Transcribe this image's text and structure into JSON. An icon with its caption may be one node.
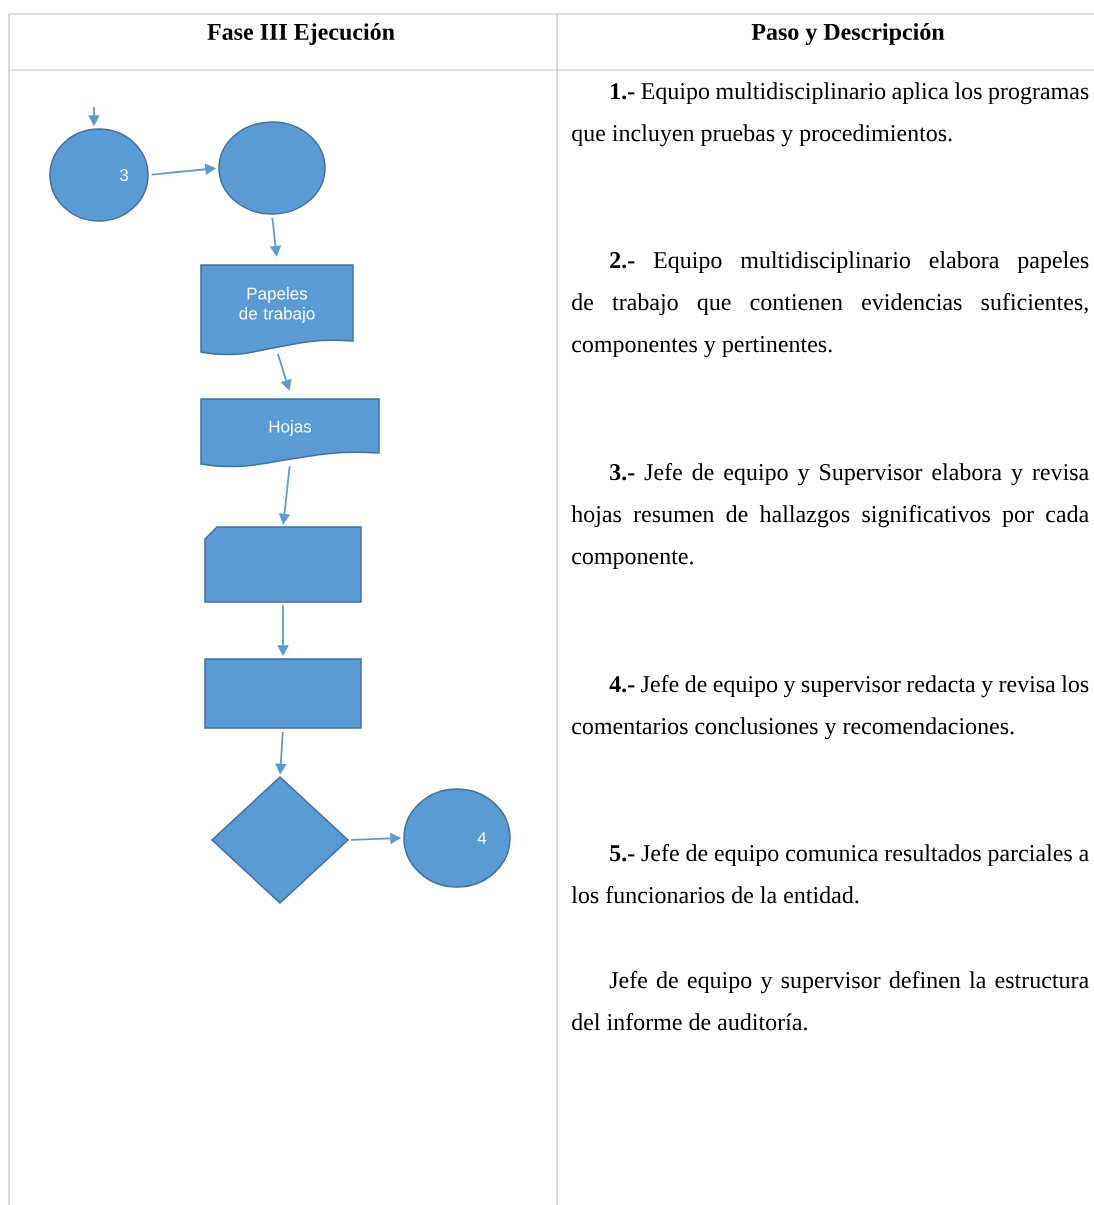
{
  "diagram": {
    "nodes": [
      {
        "text": [
          "3"
        ]
      },
      {
        "text": [],
        "shape": "circle"
      },
      {
        "text": [
          "Papeles de trabajo"
        ]
      },
      {
        "text": [
          "Hojas"
        ]
      },
      {
        "text": [],
        "shape": "box"
      },
      {
        "text": [],
        "shape": "box"
      },
      {
        "text": [],
        "shape": "diamond"
      },
      {
        "text": [
          "4"
        ]
      }
    ],
    "edges": [
      {
        "from": null,
        "to": 0,
        "arrow": "to"
      },
      {
        "from": 0,
        "to": 1,
        "arrow": "to"
      },
      {
        "from": 1,
        "to": 2,
        "arrow": "to"
      },
      {
        "from": 2,
        "to": 3,
        "arrow": "to"
      },
      {
        "from": 3,
        "to": 4,
        "arrow": "to"
      },
      {
        "from": 4,
        "to": 5,
        "arrow": "to"
      },
      {
        "from": 5,
        "to": 6,
        "arrow": "to"
      },
      {
        "from": 6,
        "to": 7,
        "arrow": "to"
      }
    ],
    "labels": [
      "Fase III Ejecución",
      "Paso y Descripción",
      "**1.-** Equipo multidisciplinario aplica los programas que incluyen pruebas y procedimientos.",
      "**2.-** Equipo multidisciplinario elabora papeles de trabajo que contienen evidencias suficientes, componentes y pertinentes.",
      "**3.-** Jefe de equipo y Supervisor elabora y revisa hojas resumen de hallazgos significativos por cada componente.",
      "**4.-** Jefe de equipo y supervisor redacta y revisa los comentarios conclusiones y recomendaciones.",
      "**5.-** Jefe de equipo comunica resultados parciales a los funcionarios de la entidad.",
      "Jefe de equipo y supervisor definen la estructura del informe de auditoría."
    ]
  }
}
